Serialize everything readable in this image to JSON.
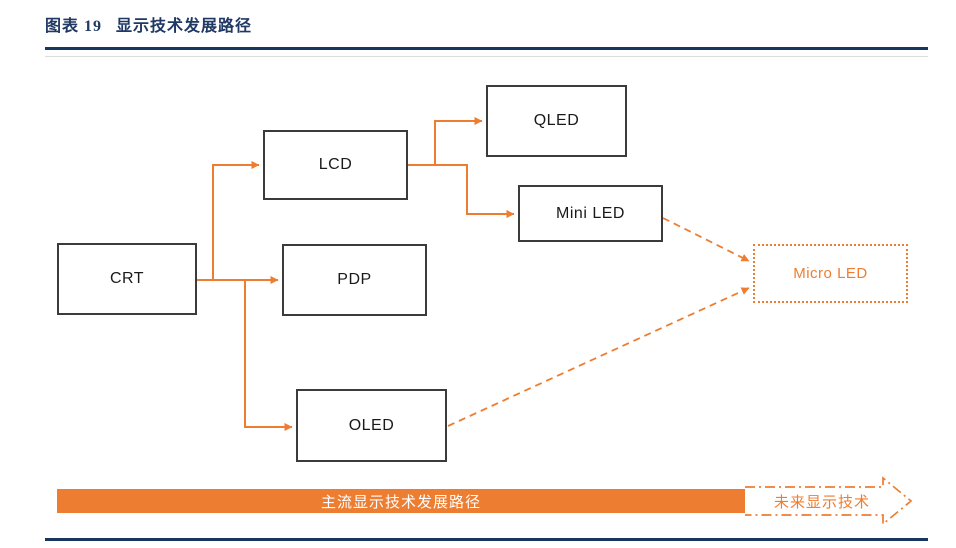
{
  "header": {
    "figure_label": "图表 19",
    "figure_title": "显示技术发展路径"
  },
  "diagram": {
    "nodes": [
      {
        "id": "crt",
        "label": "CRT",
        "type": "current"
      },
      {
        "id": "lcd",
        "label": "LCD",
        "type": "current"
      },
      {
        "id": "pdp",
        "label": "PDP",
        "type": "current"
      },
      {
        "id": "oled",
        "label": "OLED",
        "type": "current"
      },
      {
        "id": "qled",
        "label": "QLED",
        "type": "current"
      },
      {
        "id": "mini_led",
        "label": "Mini LED",
        "type": "current"
      },
      {
        "id": "micro_led",
        "label": "Micro LED",
        "type": "future"
      }
    ],
    "edges": [
      {
        "from": "CRT",
        "to": "LCD",
        "style": "solid"
      },
      {
        "from": "CRT",
        "to": "PDP",
        "style": "solid"
      },
      {
        "from": "CRT",
        "to": "OLED",
        "style": "solid"
      },
      {
        "from": "LCD",
        "to": "QLED",
        "style": "solid"
      },
      {
        "from": "LCD",
        "to": "Mini LED",
        "style": "solid"
      },
      {
        "from": "Mini LED",
        "to": "Micro LED",
        "style": "dashed"
      },
      {
        "from": "OLED",
        "to": "Micro LED",
        "style": "dashed"
      }
    ]
  },
  "timeline": {
    "mainstream_label": "主流显示技术发展路径",
    "future_label": "未来显示技术"
  },
  "colors": {
    "accent_orange": "#ED7D31",
    "navy_rule": "#17375E",
    "title_navy": "#1F3864",
    "box_border": "#3B3B3B"
  }
}
